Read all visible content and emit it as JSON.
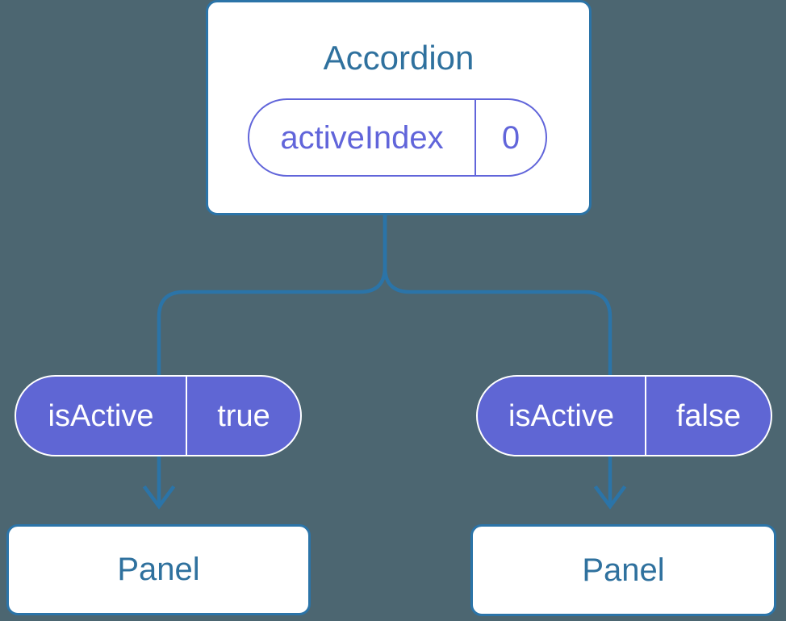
{
  "tree": {
    "root": {
      "title": "Accordion",
      "prop": {
        "name": "activeIndex",
        "value": "0"
      }
    },
    "children": [
      {
        "prop": {
          "name": "isActive",
          "value": "true"
        },
        "panel": "Panel"
      },
      {
        "prop": {
          "name": "isActive",
          "value": "false"
        },
        "panel": "Panel"
      }
    ]
  },
  "colors": {
    "background": "#4C6671",
    "connector_blue": "#2B74A8",
    "card_border_blue": "#2B74A8",
    "heading_blue": "#2F719E",
    "pill_purple_fill": "#5F66D4",
    "pill_purple_outline": "#6165DA",
    "card_background": "#FFFFFF",
    "pill_text_white": "#FFFFFF"
  }
}
